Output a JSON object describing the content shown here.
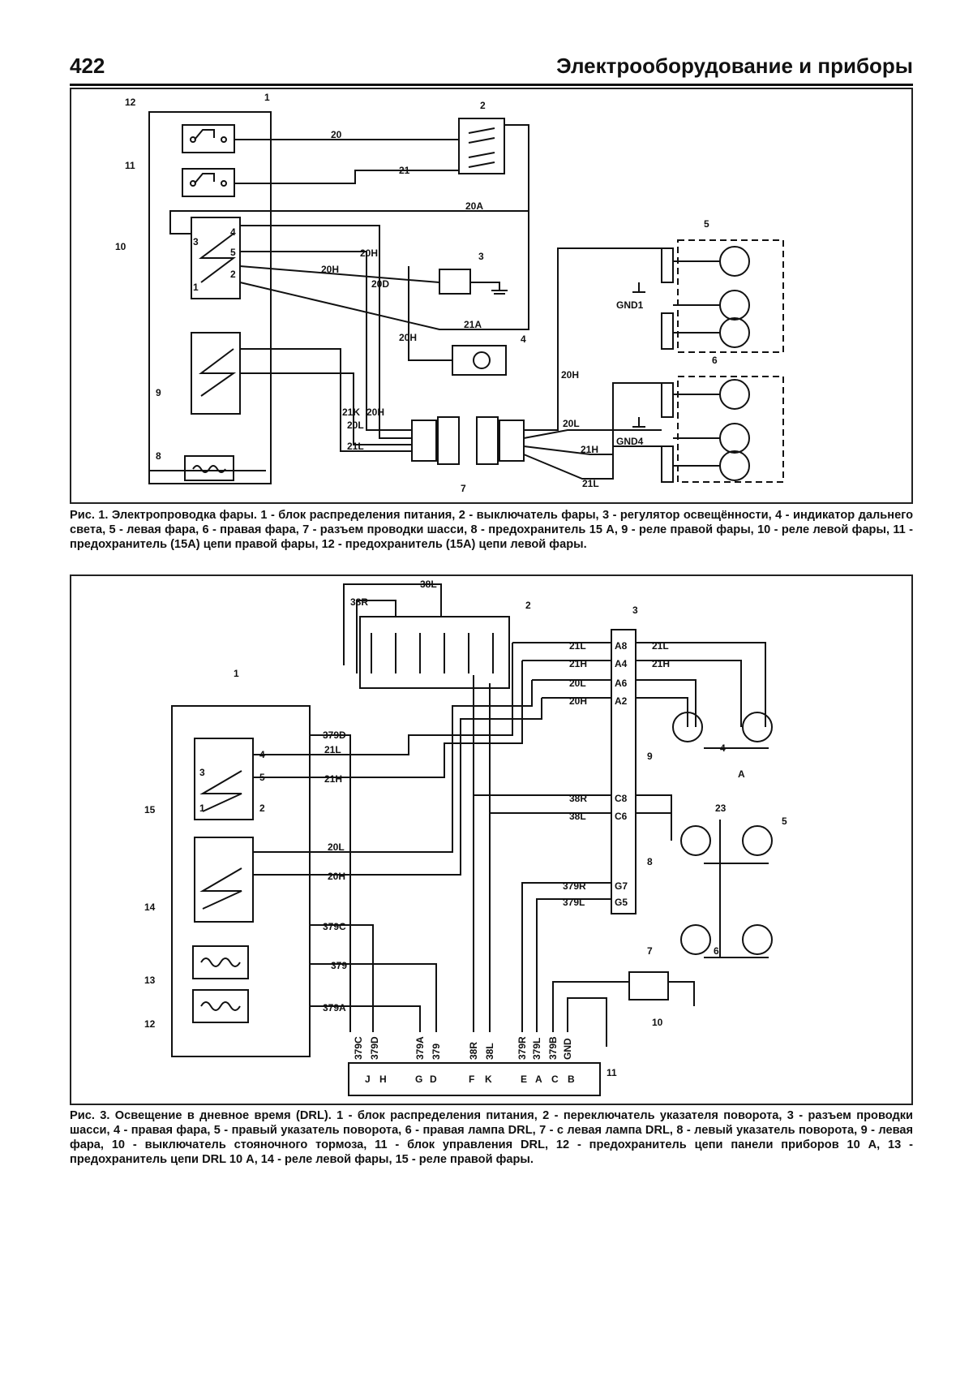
{
  "header": {
    "page_number": "422",
    "title": "Электрооборудование и приборы"
  },
  "figure1": {
    "caption": "Рис. 1. Электропроводка фары. 1 - блок распределения питания, 2 - выключатель фары, 3 - регулятор освещённости, 4 - индикатор дальнего света, 5 - левая фара, 6 - правая фара, 7 - разъем проводки шасси, 8 - предохранитель 15 А, 9 - реле правой фары, 10 - реле левой фары, 11 - предохранитель (15А) цепи правой фары, 12 - предохранитель (15А) цепи левой фары.",
    "callouts": [
      "1",
      "2",
      "3",
      "4",
      "5",
      "6",
      "7",
      "8",
      "9",
      "10",
      "11",
      "12"
    ],
    "wires": [
      "20",
      "21",
      "20A",
      "20H",
      "20H",
      "20D",
      "21A",
      "20H",
      "20H",
      "20L",
      "21H",
      "21L",
      "21K",
      "20H",
      "20L",
      "21L"
    ],
    "relay_pins": [
      "3",
      "4",
      "5",
      "1",
      "2"
    ],
    "grounds": [
      "GND1",
      "GND4"
    ]
  },
  "figure3": {
    "caption": "Рис. 3. Освещение в дневное время (DRL). 1 - блок распределения питания, 2 - переключатель указателя поворота, 3 - разъем проводки шасси, 4 - правая фара, 5 - правый указатель поворота, 6 - правая лампа DRL, 7 - с левая лампа DRL, 8 - левый указатель поворота, 9 - левая фара, 10 - выключатель стояночного тормоза, 11 - блок управления DRL, 12 - предохранитель цепи панели приборов 10 А, 13 - предохранитель цепи DRL 10 А, 14 - реле левой фары, 15 - реле правой фары.",
    "callouts": [
      "1",
      "2",
      "3",
      "4",
      "5",
      "6",
      "7",
      "8",
      "9",
      "10",
      "11",
      "12",
      "13",
      "14",
      "15",
      "23",
      "A"
    ],
    "top_wires": [
      "38L",
      "38R"
    ],
    "left_wires": [
      "379D",
      "21L",
      "21H",
      "20L",
      "20H",
      "379C",
      "379",
      "379A"
    ],
    "connector_pins": [
      "A8",
      "A4",
      "A6",
      "A2",
      "C8",
      "C6",
      "G7",
      "G5"
    ],
    "connector_left_wires": [
      "21L",
      "21H",
      "20L",
      "20H",
      "38R",
      "38L",
      "379R",
      "379L"
    ],
    "connector_right_wires": [
      "21L",
      "21H"
    ],
    "module_wires": [
      "379C",
      "379D",
      "379A",
      "379",
      "38R",
      "38L",
      "379R",
      "379L",
      "379B",
      "GND"
    ],
    "module_pins": [
      "J",
      "H",
      "G",
      "D",
      "F",
      "K",
      "E",
      "A",
      "C",
      "B"
    ],
    "relay_pins": [
      "3",
      "4",
      "5",
      "1",
      "2"
    ]
  }
}
